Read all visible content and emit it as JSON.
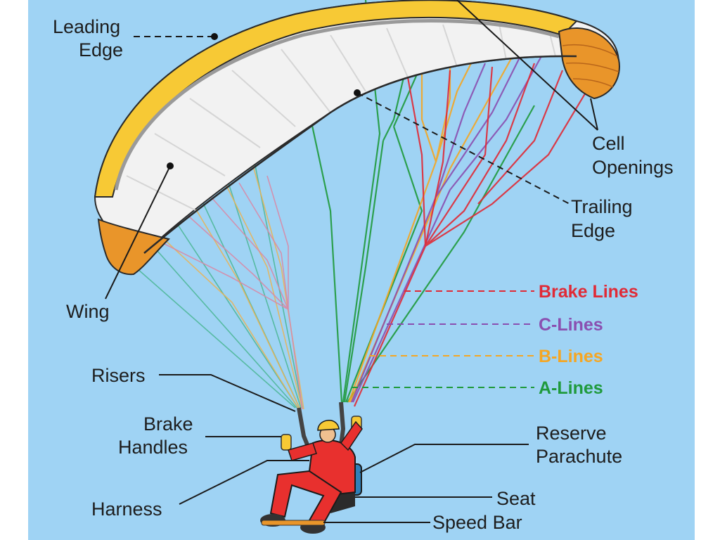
{
  "colors": {
    "sky": "#9fd3f4",
    "brake": "#e02a36",
    "c_lines": "#8a4fb0",
    "b_lines": "#f5a623",
    "a_lines": "#1f9a3c",
    "wing_yellow": "#f7c935",
    "wing_orange": "#e9952a",
    "suit": "#e8302e"
  },
  "labels": {
    "leading_edge_1": "Leading",
    "leading_edge_2": "Edge",
    "cell_openings_1": "Cell",
    "cell_openings_2": "Openings",
    "trailing_edge_1": "Trailing",
    "trailing_edge_2": "Edge",
    "wing": "Wing",
    "brake_lines": "Brake Lines",
    "c_lines": "C-Lines",
    "b_lines": "B-Lines",
    "a_lines": "A-Lines",
    "risers": "Risers",
    "brake_handles_1": "Brake",
    "brake_handles_2": "Handles",
    "reserve_parachute_1": "Reserve",
    "reserve_parachute_2": "Parachute",
    "harness": "Harness",
    "seat": "Seat",
    "speed_bar": "Speed Bar"
  },
  "icons": [
    "paraglider-wing-icon",
    "pilot-icon"
  ]
}
